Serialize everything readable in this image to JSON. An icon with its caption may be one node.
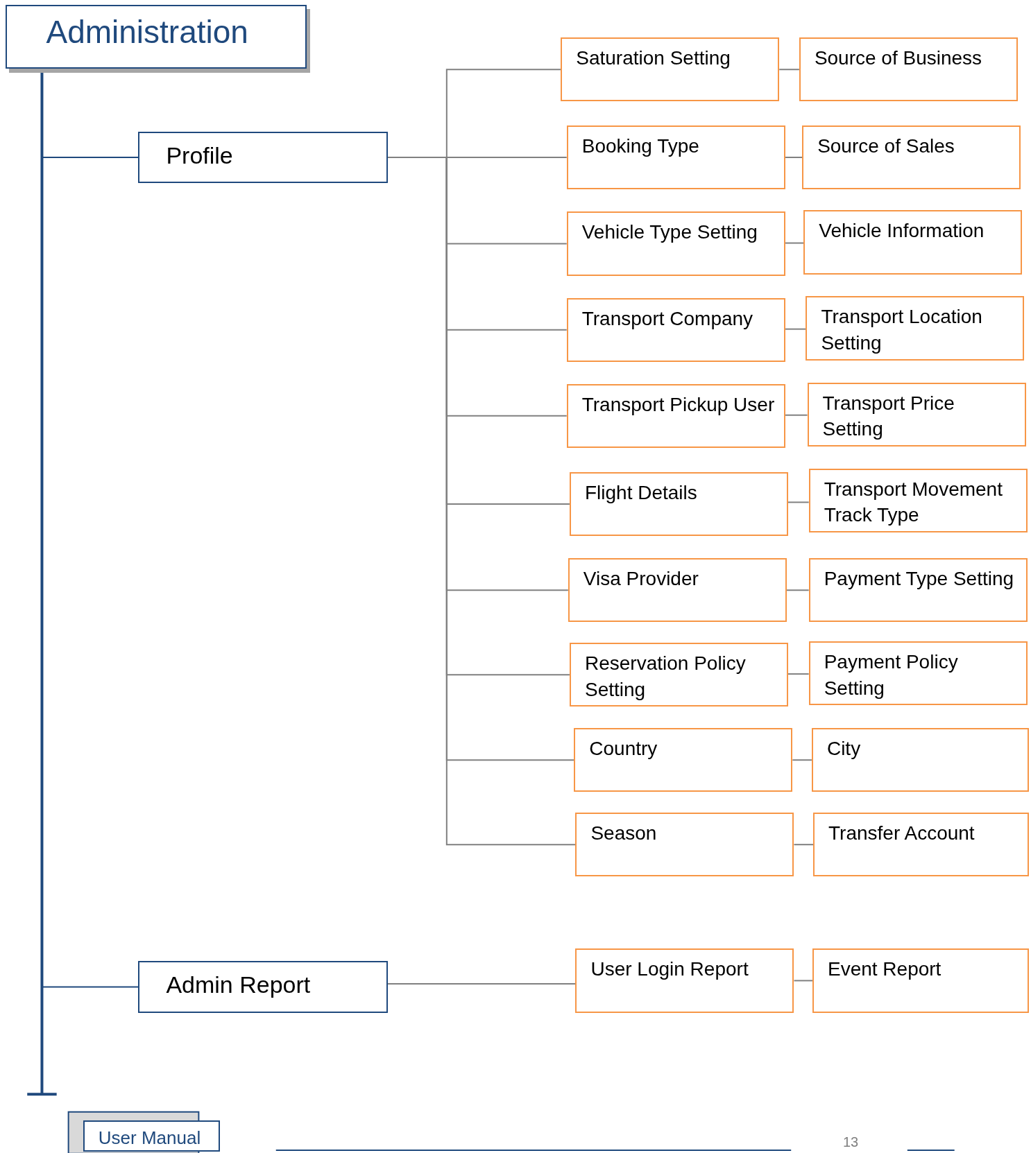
{
  "diagram": {
    "nodes": [
      {
        "text": [
          "Administration"
        ]
      },
      {
        "text": [
          "Profile"
        ]
      },
      {
        "text": [
          "Admin Report"
        ]
      },
      {
        "text": [
          "Saturation Setting"
        ]
      },
      {
        "text": [
          "Source of Business"
        ]
      },
      {
        "text": [
          "Booking Type"
        ]
      },
      {
        "text": [
          "Source of Sales"
        ]
      },
      {
        "text": [
          "Vehicle Type Setting"
        ]
      },
      {
        "text": [
          "Vehicle Information"
        ]
      },
      {
        "text": [
          "Transport Company"
        ]
      },
      {
        "text": [
          "Transport Location Setting"
        ]
      },
      {
        "text": [
          "Transport Pickup User"
        ]
      },
      {
        "text": [
          "Transport Price Setting"
        ]
      },
      {
        "text": [
          "Flight Details"
        ]
      },
      {
        "text": [
          "Transport Movement Track Type"
        ]
      },
      {
        "text": [
          "Visa Provider"
        ]
      },
      {
        "text": [
          "Payment Type Setting"
        ]
      },
      {
        "text": [
          "Reservation Policy Setting"
        ]
      },
      {
        "text": [
          "Payment Policy Setting"
        ]
      },
      {
        "text": [
          "Country"
        ]
      },
      {
        "text": [
          "City"
        ]
      },
      {
        "text": [
          "Season"
        ]
      },
      {
        "text": [
          "Transfer Account"
        ]
      },
      {
        "text": [
          "User Login Report"
        ]
      },
      {
        "text": [
          "Event Report"
        ]
      },
      {
        "text": [
          "User Manual"
        ]
      }
    ],
    "edges": [
      {
        "from": 0,
        "to": 1,
        "arrow": "none",
        "color": "#1f497d"
      },
      {
        "from": 0,
        "to": 2,
        "arrow": "none",
        "color": "#1f497d"
      },
      {
        "from": 1,
        "to": 3,
        "arrow": "none"
      },
      {
        "from": 3,
        "to": 4,
        "arrow": "none"
      },
      {
        "from": 1,
        "to": 5,
        "arrow": "none"
      },
      {
        "from": 5,
        "to": 6,
        "arrow": "none"
      },
      {
        "from": 1,
        "to": 7,
        "arrow": "none"
      },
      {
        "from": 7,
        "to": 8,
        "arrow": "none"
      },
      {
        "from": 1,
        "to": 9,
        "arrow": "none"
      },
      {
        "from": 9,
        "to": 10,
        "arrow": "none"
      },
      {
        "from": 1,
        "to": 11,
        "arrow": "none"
      },
      {
        "from": 11,
        "to": 12,
        "arrow": "none"
      },
      {
        "from": 1,
        "to": 13,
        "arrow": "none"
      },
      {
        "from": 13,
        "to": 14,
        "arrow": "none"
      },
      {
        "from": 1,
        "to": 15,
        "arrow": "none"
      },
      {
        "from": 15,
        "to": 16,
        "arrow": "none"
      },
      {
        "from": 1,
        "to": 17,
        "arrow": "none"
      },
      {
        "from": 17,
        "to": 18,
        "arrow": "none"
      },
      {
        "from": 1,
        "to": 19,
        "arrow": "none"
      },
      {
        "from": 19,
        "to": 20,
        "arrow": "none"
      },
      {
        "from": 1,
        "to": 21,
        "arrow": "none"
      },
      {
        "from": 21,
        "to": 22,
        "arrow": "none"
      },
      {
        "from": 2,
        "to": 23,
        "arrow": "none"
      },
      {
        "from": 23,
        "to": 24,
        "arrow": "none"
      }
    ],
    "labels": [
      "13"
    ]
  }
}
